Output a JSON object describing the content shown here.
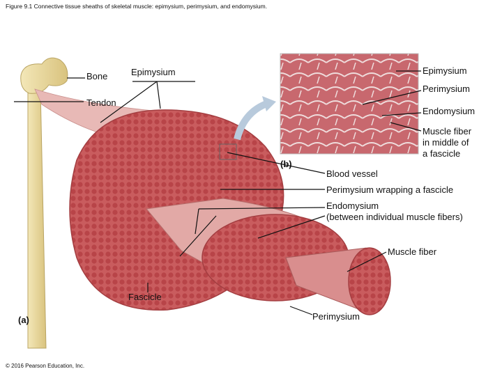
{
  "caption": "Figure 9.1 Connective tissue sheaths of skeletal muscle: epimysium, perimysium, and endomysium.",
  "copyright": "© 2016 Pearson Education, Inc.",
  "panels": {
    "a": "(a)",
    "b": "(b)"
  },
  "labels": {
    "bone": "Bone",
    "epimysium_a": "Epimysium",
    "tendon": "Tendon",
    "epimysium_b": "Epimysium",
    "perimysium_b": "Perimysium",
    "endomysium_b": "Endomysium",
    "muscle_fiber_b": [
      "Muscle fiber",
      "in middle of",
      "a fascicle"
    ],
    "blood_vessel": "Blood vessel",
    "perimysium_wrapping": "Perimysium wrapping a fascicle",
    "endomysium_a": [
      "Endomysium",
      "(between individual muscle fibers)"
    ],
    "muscle_fiber_a": "Muscle fiber",
    "fascicle": "Fascicle",
    "perimysium_a": "Perimysium"
  }
}
